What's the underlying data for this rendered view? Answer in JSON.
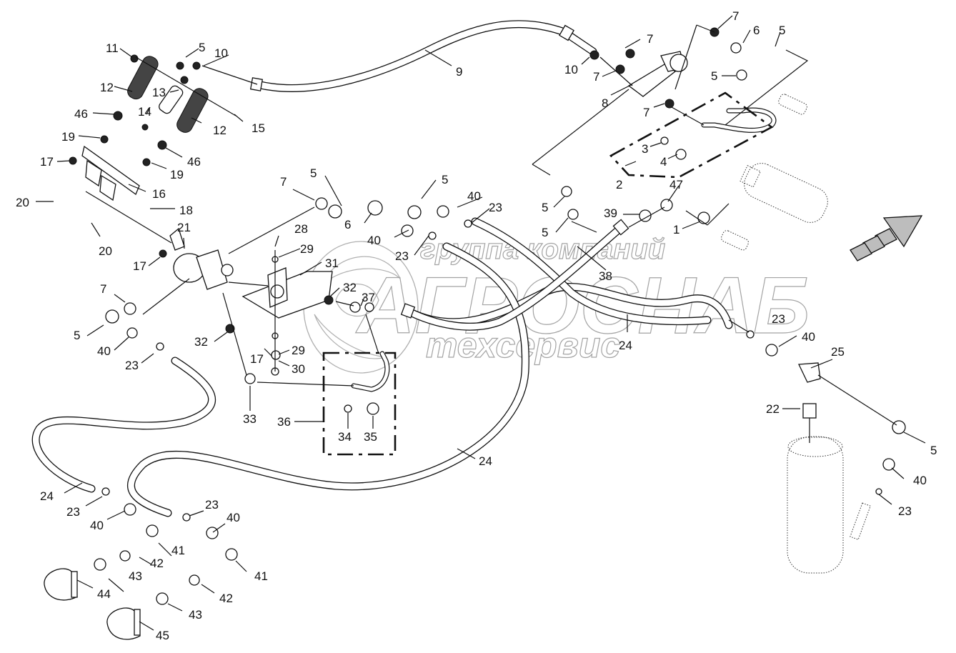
{
  "diagram": {
    "type": "exploded-parts-diagram",
    "subject": "pneumatic brake system parts",
    "watermark": {
      "line1": "группа компаний",
      "line2": "АГРОСНАБ",
      "line3": "техсервис"
    },
    "direction_arrow": "forward-direction-arrow",
    "callouts": [
      {
        "id": "c-11",
        "label": "11"
      },
      {
        "id": "c-5a",
        "label": "5"
      },
      {
        "id": "c-10a",
        "label": "10"
      },
      {
        "id": "c-12a",
        "label": "12"
      },
      {
        "id": "c-13",
        "label": "13"
      },
      {
        "id": "c-14",
        "label": "14"
      },
      {
        "id": "c-46a",
        "label": "46"
      },
      {
        "id": "c-12b",
        "label": "12"
      },
      {
        "id": "c-15",
        "label": "15"
      },
      {
        "id": "c-19a",
        "label": "19"
      },
      {
        "id": "c-46b",
        "label": "46"
      },
      {
        "id": "c-17a",
        "label": "17"
      },
      {
        "id": "c-19b",
        "label": "19"
      },
      {
        "id": "c-16",
        "label": "16"
      },
      {
        "id": "c-20a",
        "label": "20"
      },
      {
        "id": "c-18",
        "label": "18"
      },
      {
        "id": "c-20b",
        "label": "20"
      },
      {
        "id": "c-21",
        "label": "21"
      },
      {
        "id": "c-17b",
        "label": "17"
      },
      {
        "id": "c-7a",
        "label": "7"
      },
      {
        "id": "c-5b",
        "label": "5"
      },
      {
        "id": "c-40a",
        "label": "40"
      },
      {
        "id": "c-23a",
        "label": "23"
      },
      {
        "id": "c-9",
        "label": "9"
      },
      {
        "id": "c-10b",
        "label": "10"
      },
      {
        "id": "c-7b",
        "label": "7"
      },
      {
        "id": "c-7c",
        "label": "7"
      },
      {
        "id": "c-8",
        "label": "8"
      },
      {
        "id": "c-7d",
        "label": "7"
      },
      {
        "id": "c-7e",
        "label": "7"
      },
      {
        "id": "c-6a",
        "label": "6"
      },
      {
        "id": "c-5c",
        "label": "5"
      },
      {
        "id": "c-5d",
        "label": "5"
      },
      {
        "id": "c-3",
        "label": "3"
      },
      {
        "id": "c-4",
        "label": "4"
      },
      {
        "id": "c-2",
        "label": "2"
      },
      {
        "id": "c-7f",
        "label": "7"
      },
      {
        "id": "c-5e",
        "label": "5"
      },
      {
        "id": "c-5f",
        "label": "5"
      },
      {
        "id": "c-40b",
        "label": "40"
      },
      {
        "id": "c-23b",
        "label": "23"
      },
      {
        "id": "c-6b",
        "label": "6"
      },
      {
        "id": "c-40c",
        "label": "40"
      },
      {
        "id": "c-23c",
        "label": "23"
      },
      {
        "id": "c-28",
        "label": "28"
      },
      {
        "id": "c-29a",
        "label": "29"
      },
      {
        "id": "c-31",
        "label": "31"
      },
      {
        "id": "c-32a",
        "label": "32"
      },
      {
        "id": "c-37",
        "label": "37"
      },
      {
        "id": "c-32b",
        "label": "32"
      },
      {
        "id": "c-29b",
        "label": "29"
      },
      {
        "id": "c-17c",
        "label": "17"
      },
      {
        "id": "c-30",
        "label": "30"
      },
      {
        "id": "c-33",
        "label": "33"
      },
      {
        "id": "c-36",
        "label": "36"
      },
      {
        "id": "c-34",
        "label": "34"
      },
      {
        "id": "c-35",
        "label": "35"
      },
      {
        "id": "c-5g",
        "label": "5"
      },
      {
        "id": "c-5h",
        "label": "5"
      },
      {
        "id": "c-39",
        "label": "39"
      },
      {
        "id": "c-47",
        "label": "47"
      },
      {
        "id": "c-1",
        "label": "1"
      },
      {
        "id": "c-38",
        "label": "38"
      },
      {
        "id": "c-24a",
        "label": "24"
      },
      {
        "id": "c-23d",
        "label": "23"
      },
      {
        "id": "c-40d",
        "label": "40"
      },
      {
        "id": "c-25",
        "label": "25"
      },
      {
        "id": "c-22",
        "label": "22"
      },
      {
        "id": "c-5i",
        "label": "5"
      },
      {
        "id": "c-40e",
        "label": "40"
      },
      {
        "id": "c-23e",
        "label": "23"
      },
      {
        "id": "c-24b",
        "label": "24"
      },
      {
        "id": "c-24c",
        "label": "24"
      },
      {
        "id": "c-23f",
        "label": "23"
      },
      {
        "id": "c-40f",
        "label": "40"
      },
      {
        "id": "c-23g",
        "label": "23"
      },
      {
        "id": "c-40g",
        "label": "40"
      },
      {
        "id": "c-41a",
        "label": "41"
      },
      {
        "id": "c-42a",
        "label": "42"
      },
      {
        "id": "c-41b",
        "label": "41"
      },
      {
        "id": "c-43a",
        "label": "43"
      },
      {
        "id": "c-44",
        "label": "44"
      },
      {
        "id": "c-42b",
        "label": "42"
      },
      {
        "id": "c-43b",
        "label": "43"
      },
      {
        "id": "c-45",
        "label": "45"
      }
    ]
  }
}
